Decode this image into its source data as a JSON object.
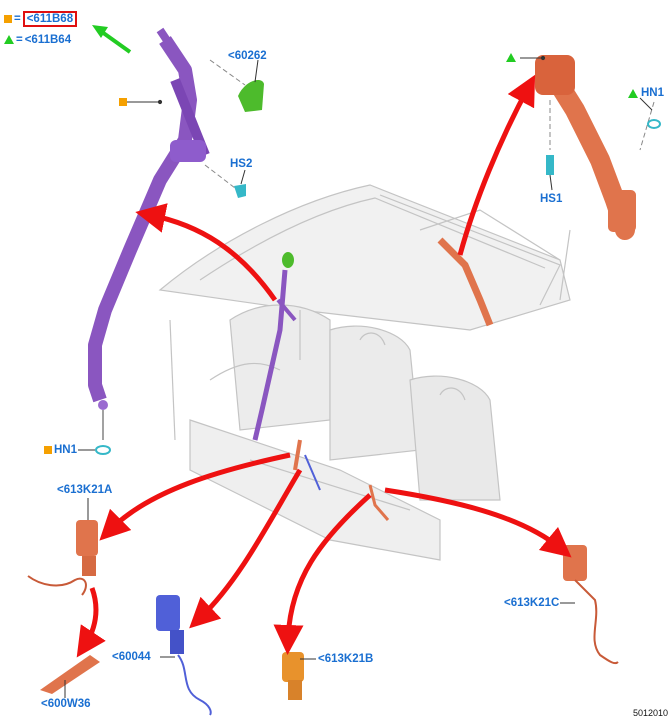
{
  "legend": {
    "square_label": "<611B68",
    "triangle_label": "<611B64",
    "equals": "="
  },
  "labels": {
    "part_60262": "<60262",
    "hs2": "HS2",
    "hs1": "HS1",
    "hn1_left": "HN1",
    "hn1_right": "HN1",
    "part_613K21A": "<613K21A",
    "part_60044": "<60044",
    "part_613K21B": "<613K21B",
    "part_613K21C": "<613K21C",
    "part_600W36": "<600W36"
  },
  "reference_number": "5012010",
  "colors": {
    "label_blue": "#1a6fd1",
    "square_marker": "#f5a000",
    "triangle_marker": "#22cc22",
    "highlight_box": "#e01010",
    "belt_purple": "#8a56c0",
    "belt_orange": "#e0744c",
    "trim_green": "#4dbb2c",
    "buckle_blue": "#5060d8",
    "arrow_red": "#ee1111",
    "clip_cyan": "#35b8c8"
  }
}
